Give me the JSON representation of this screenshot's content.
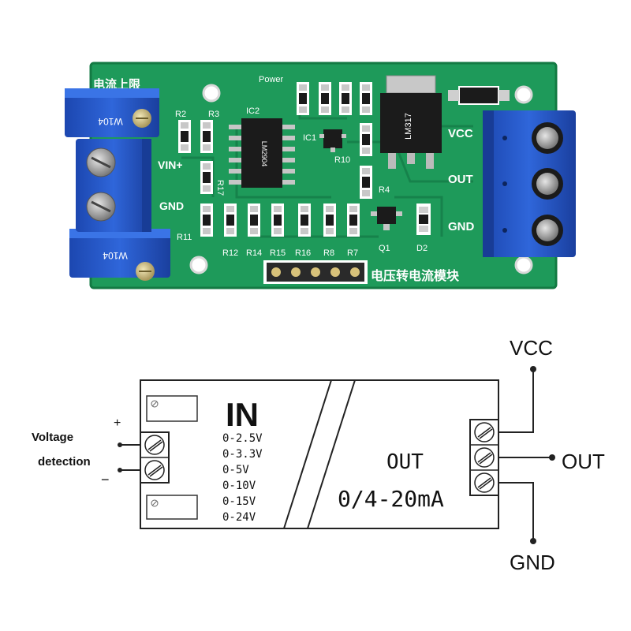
{
  "board": {
    "silk_top_left": "电流上限",
    "power": "Power",
    "ic2": "IC2",
    "ic1": "IC1",
    "r2": "R2",
    "r3": "R3",
    "r17": "R17",
    "r10": "R10",
    "r4": "R4",
    "r11": "R11",
    "resistor_row": [
      "R12",
      "R14",
      "R15",
      "R16",
      "R8",
      "R7"
    ],
    "q1": "Q1",
    "d2": "D2",
    "vin_plus": "VIN+",
    "gnd_left": "GND",
    "vcc": "VCC",
    "out": "OUT",
    "gnd_right": "GND",
    "regulator": "LM317",
    "chip_mark": "LM2904",
    "pot_mark_top": "W104",
    "pot_mark_bottom": "W104",
    "module_title": "电压转电流模块",
    "colors": {
      "pcb": "#1e9a5a",
      "terminal": "#2456c8",
      "silk": "#ffffff"
    }
  },
  "diagram": {
    "in_title": "IN",
    "voltage_label_line1": "Voltage",
    "voltage_label_line2": "detection",
    "plus": "+",
    "minus": "−",
    "ranges": [
      "0-2.5V",
      "0-3.3V",
      "0-5V",
      "0-10V",
      "0-15V",
      "0-24V"
    ],
    "out_title": "OUT",
    "out_range": "0/4-20mA",
    "vcc": "VCC",
    "out": "OUT",
    "gnd": "GND"
  }
}
